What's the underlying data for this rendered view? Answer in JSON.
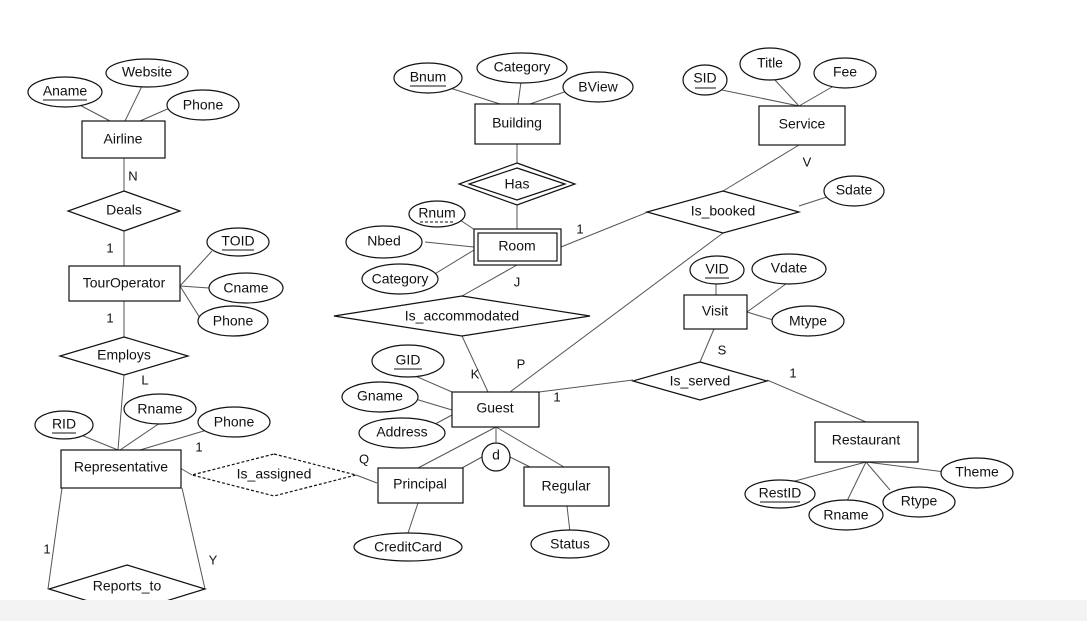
{
  "diagram": {
    "entities": {
      "airline": "Airline",
      "tour_operator": "TourOperator",
      "representative": "Representative",
      "building": "Building",
      "room": "Room",
      "guest": "Guest",
      "principal": "Principal",
      "regular": "Regular",
      "service": "Service",
      "visit": "Visit",
      "restaurant": "Restaurant"
    },
    "relationships": {
      "deals": "Deals",
      "employs": "Employs",
      "reports_to": "Reports_to",
      "is_assigned": "Is_assigned",
      "has": "Has",
      "is_accommodated": "Is_accommodated",
      "is_booked": "Is_booked",
      "is_served": "Is_served"
    },
    "attributes": {
      "aname": "Aname",
      "website": "Website",
      "airline_phone": "Phone",
      "toid": "TOID",
      "cname": "Cname",
      "tour_phone": "Phone",
      "rid": "RID",
      "rep_rname": "Rname",
      "rep_phone": "Phone",
      "bnum": "Bnum",
      "building_category": "Category",
      "bview": "BView",
      "rnum": "Rnum",
      "nbed": "Nbed",
      "room_category": "Category",
      "gid": "GID",
      "gname": "Gname",
      "address": "Address",
      "creditcard": "CreditCard",
      "status": "Status",
      "sid": "SID",
      "title": "Title",
      "fee": "Fee",
      "sdate": "Sdate",
      "vid": "VID",
      "vdate": "Vdate",
      "mtype": "Mtype",
      "restid": "RestID",
      "rest_rname": "Rname",
      "rtype": "Rtype",
      "theme": "Theme"
    },
    "disjoint": "d",
    "cardinalities": {
      "deals_airline": "N",
      "deals_tour": "1",
      "employs_tour": "1",
      "employs_rep": "L",
      "assigned_rep": "1",
      "assigned_principal": "Q",
      "reports_left": "1",
      "reports_right": "Y",
      "booked_room": "1",
      "booked_service": "V",
      "accommodated_room": "J",
      "accommodated_guest": "K",
      "booked_guest": "P",
      "served_guest": "1",
      "served_visit": "S",
      "served_restaurant": "1"
    }
  }
}
